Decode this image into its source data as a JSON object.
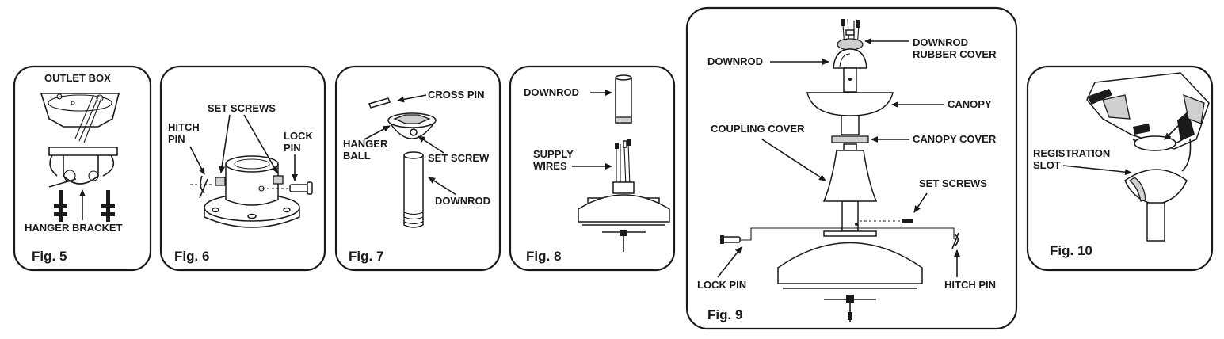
{
  "figures": {
    "fig5": {
      "caption": "Fig. 5",
      "outlet_box": "OUTLET BOX",
      "hanger_bracket": "HANGER BRACKET"
    },
    "fig6": {
      "caption": "Fig. 6",
      "set_screws": "SET SCREWS",
      "hitch_pin_1": "HITCH",
      "hitch_pin_2": "PIN",
      "lock_pin_1": "LOCK",
      "lock_pin_2": "PIN"
    },
    "fig7": {
      "caption": "Fig. 7",
      "cross_pin": "CROSS PIN",
      "hanger_ball_1": "HANGER",
      "hanger_ball_2": "BALL",
      "set_screw": "SET SCREW",
      "downrod": "DOWNROD"
    },
    "fig8": {
      "caption": "Fig. 8",
      "downrod": "DOWNROD",
      "supply_wires_1": "SUPPLY",
      "supply_wires_2": "WIRES"
    },
    "fig9": {
      "caption": "Fig. 9",
      "downrod": "DOWNROD",
      "rubber_cover_1": "DOWNROD",
      "rubber_cover_2": "RUBBER COVER",
      "canopy": "CANOPY",
      "coupling_cover": "COUPLING COVER",
      "canopy_cover": "CANOPY COVER",
      "set_screws": "SET SCREWS",
      "lock_pin": "LOCK PIN",
      "hitch_pin": "HITCH PIN"
    },
    "fig10": {
      "caption": "Fig. 10",
      "registration_slot_1": "REGISTRATION",
      "registration_slot_2": "SLOT"
    }
  },
  "colors": {
    "ink": "#1a1a1a",
    "paper": "#ffffff",
    "shade": "#cfcfcf"
  }
}
